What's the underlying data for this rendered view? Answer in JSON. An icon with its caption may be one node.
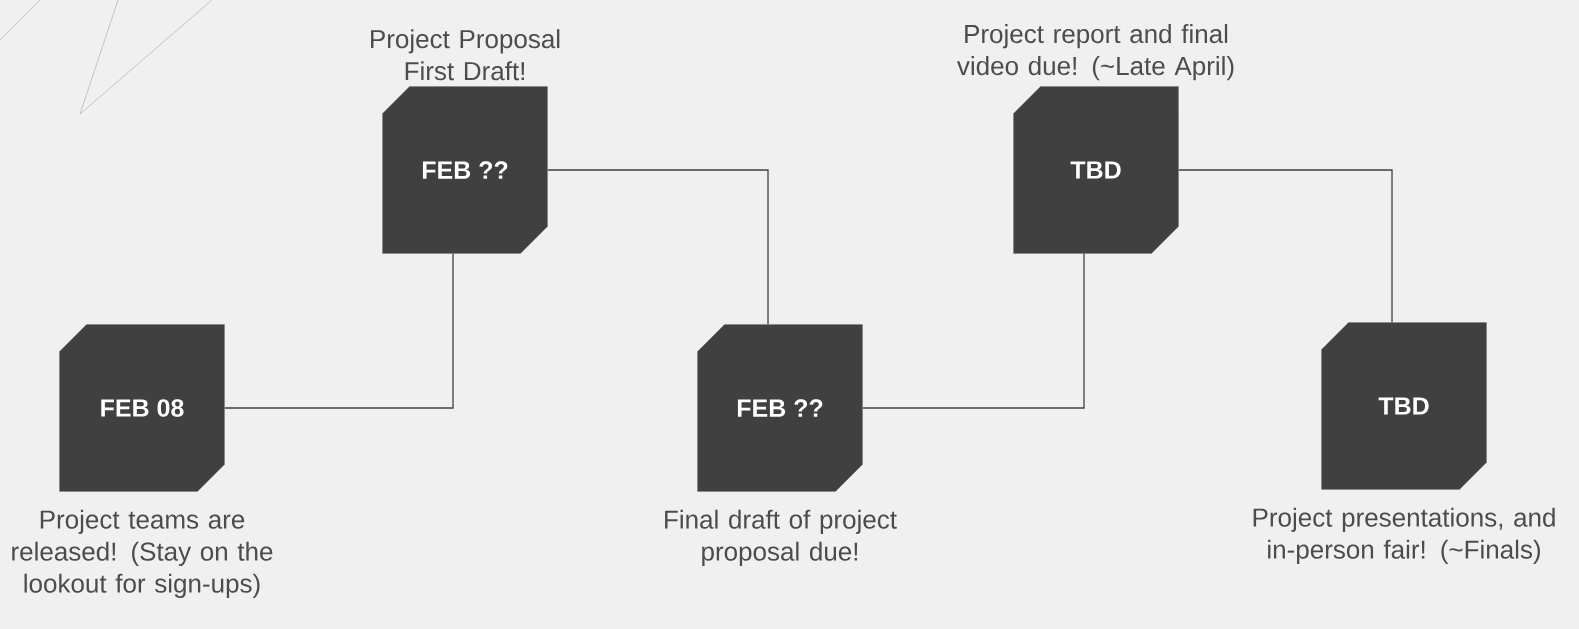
{
  "diagram": {
    "nodes": [
      {
        "text": [
          "FEB 08"
        ],
        "beside": [
          "Project teams are released! (Stay on the lookout for sign-ups)"
        ]
      },
      {
        "text": [
          "FEB ??"
        ],
        "beside": [
          "Project Proposal First Draft!"
        ]
      },
      {
        "text": [
          "FEB ??"
        ],
        "beside": [
          "Final draft of project proposal due!"
        ]
      },
      {
        "text": [
          "TBD"
        ],
        "beside": [
          "Project report and final video due! (~Late April)"
        ]
      },
      {
        "text": [
          "TBD"
        ],
        "beside": [
          "Project presentations, and in-person fair! (~Finals)"
        ]
      }
    ],
    "edges": [
      {
        "from": 0,
        "to": 1,
        "arrow": "none"
      },
      {
        "from": 1,
        "to": 2,
        "arrow": "none"
      },
      {
        "from": 2,
        "to": 3,
        "arrow": "none"
      },
      {
        "from": 3,
        "to": 4,
        "arrow": "none"
      }
    ]
  }
}
